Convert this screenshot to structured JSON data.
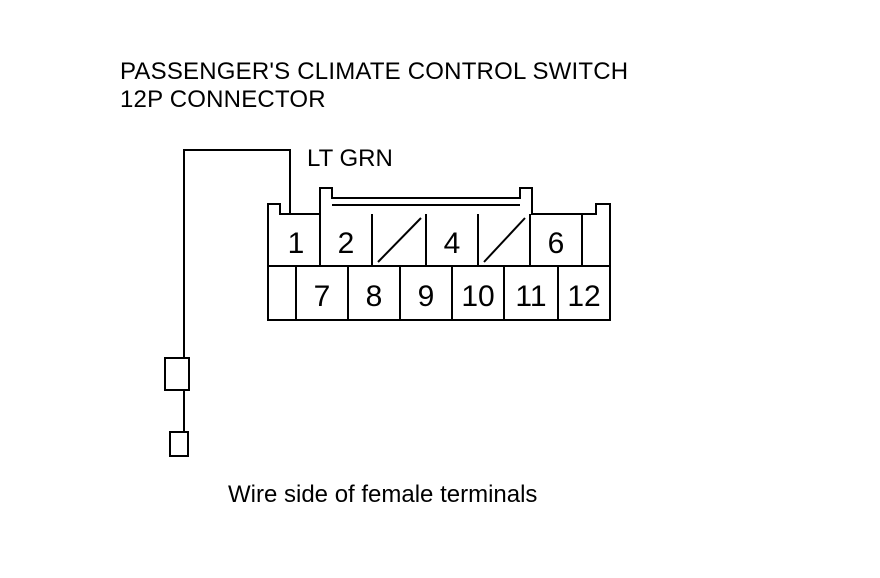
{
  "title_line1": "PASSENGER'S CLIMATE CONTROL SWITCH",
  "title_line2": "12P CONNECTOR",
  "wire_color_label": "LT GRN",
  "caption": "Wire side of female terminals",
  "pins_top_row": [
    "1",
    "2",
    "",
    "4",
    "",
    "6",
    ""
  ],
  "pins_bottom_row": [
    "",
    "7",
    "8",
    "9",
    "10",
    "11",
    "12"
  ],
  "empty_cavities": [
    "3",
    "5"
  ],
  "probe_symbol": "meter-probe-icon"
}
